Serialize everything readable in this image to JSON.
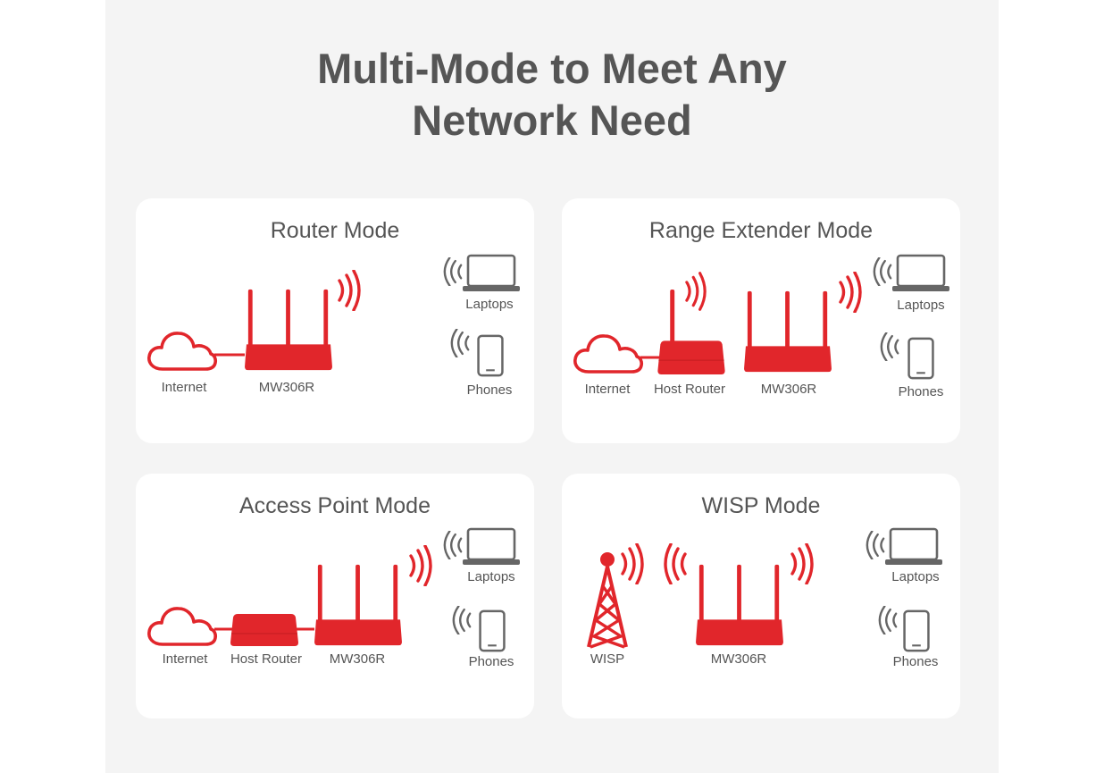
{
  "headline": {
    "line1": "Multi-Mode to Meet Any",
    "line2": "Network Need"
  },
  "colors": {
    "brand_red": "#e1262b",
    "text_gray": "#555555",
    "icon_gray": "#666666",
    "card_bg": "#ffffff",
    "panel_bg": "#f4f4f4"
  },
  "cards": {
    "router": {
      "title": "Router Mode",
      "labels": {
        "internet": "Internet",
        "device": "MW306R",
        "laptops": "Laptops",
        "phones": "Phones"
      }
    },
    "extender": {
      "title": "Range Extender Mode",
      "labels": {
        "internet": "Internet",
        "host": "Host Router",
        "device": "MW306R",
        "laptops": "Laptops",
        "phones": "Phones"
      }
    },
    "ap": {
      "title": "Access Point Mode",
      "labels": {
        "internet": "Internet",
        "host": "Host Router",
        "device": "MW306R",
        "laptops": "Laptops",
        "phones": "Phones"
      }
    },
    "wisp": {
      "title": "WISP Mode",
      "labels": {
        "wisp": "WISP",
        "device": "MW306R",
        "laptops": "Laptops",
        "phones": "Phones"
      }
    }
  },
  "icons": [
    "cloud-icon",
    "router-icon",
    "host-router-icon",
    "tower-icon",
    "laptop-icon",
    "phone-icon",
    "wifi-waves-icon"
  ]
}
